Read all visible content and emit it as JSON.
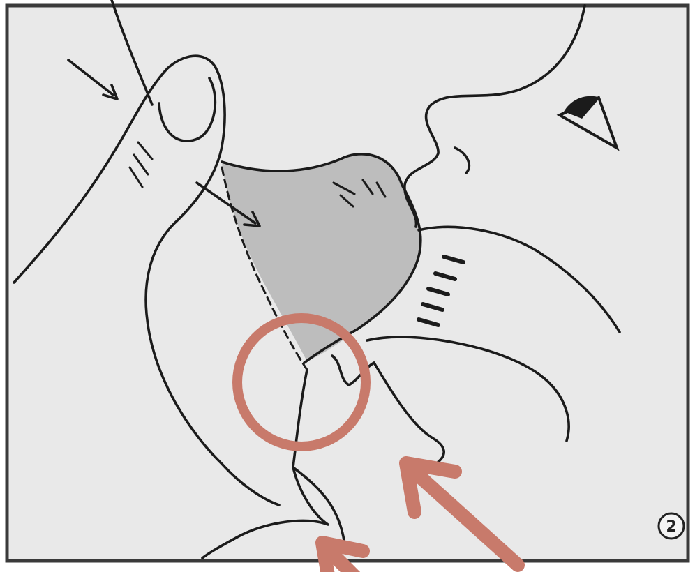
{
  "figure": {
    "panel_number": "2",
    "background_color": "#e9e9e9",
    "frame_color": "#3a3a3a",
    "breast_shade_color": "#bdbdbd",
    "annotation_color": "#c87a6b",
    "icons": [
      "eye-icon",
      "push-arrow-icon",
      "press-arrow-icon"
    ],
    "annotations": {
      "highlight_circle": "latch-contact-highlight",
      "arrows": [
        "chin-pointer-arrow",
        "lower-lip-pointer-arrow"
      ]
    }
  }
}
